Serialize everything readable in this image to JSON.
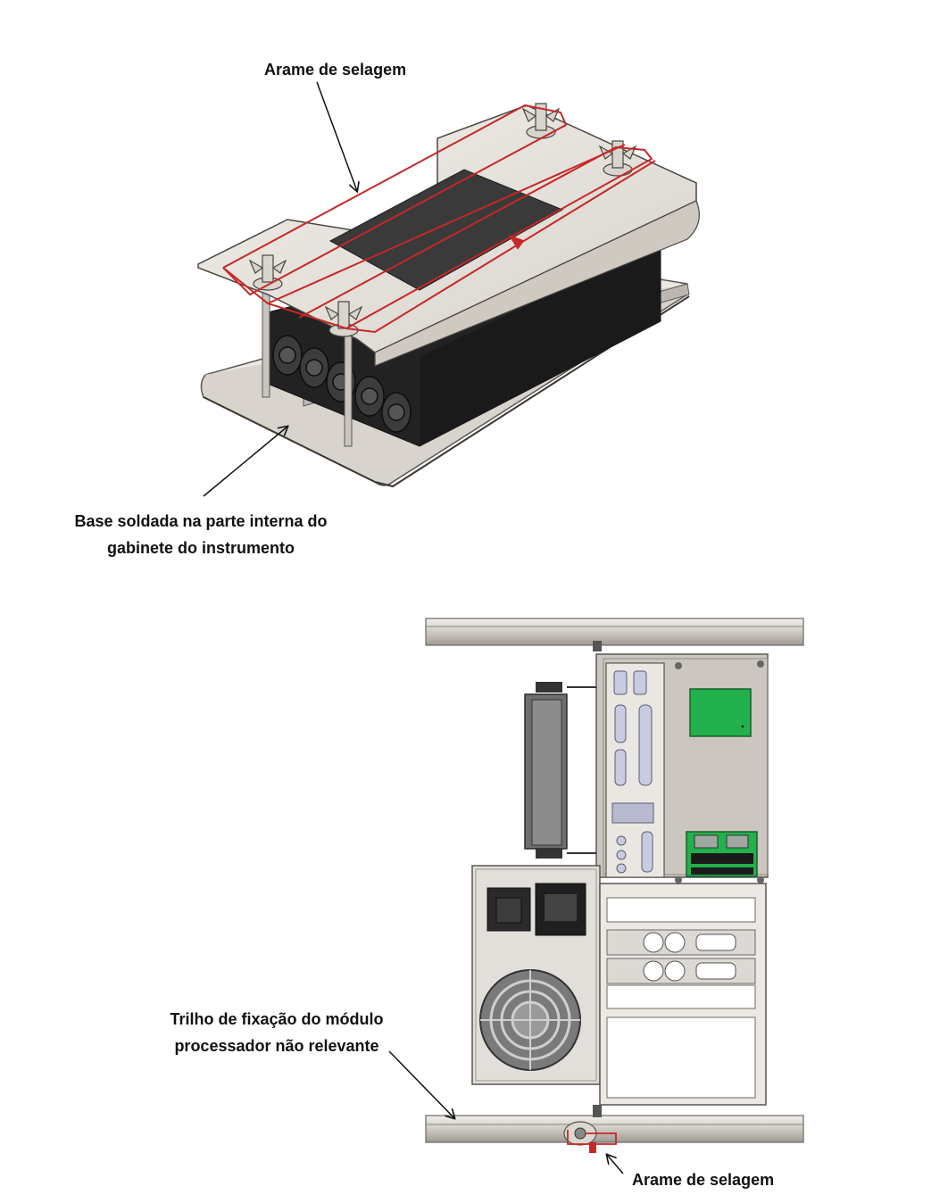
{
  "top_figure": {
    "seal_wire_label": "Arame de selagem",
    "base_label_line1": "Base soldada na parte interna do",
    "base_label_line2": "gabinete do instrumento"
  },
  "bottom_figure": {
    "rail_label_line1": "Trilho de fixação do módulo",
    "rail_label_line2": "processador não relevante",
    "seal_wire_label": "Arame de selagem"
  },
  "colors": {
    "seal_wire": "#c62828",
    "board_green": "#22b14c",
    "metal_light": "#e6e2dd",
    "metal_mid": "#c9c4bf",
    "dark_block": "#2a2a2a"
  }
}
